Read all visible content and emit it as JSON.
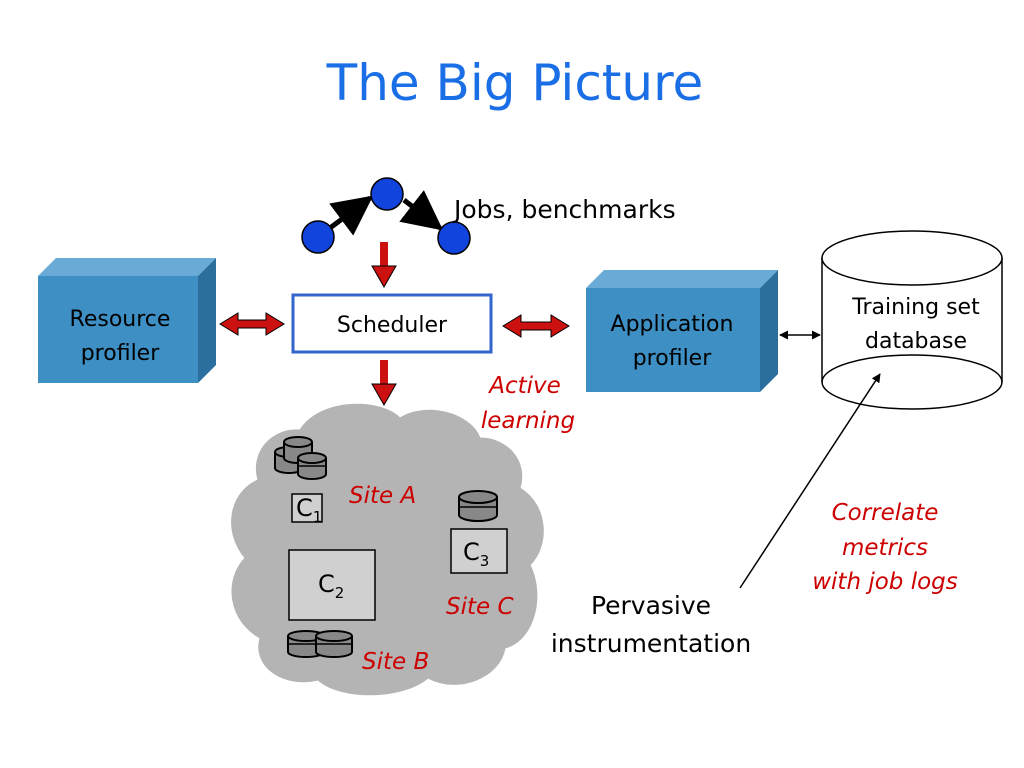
{
  "title": "The Big Picture",
  "colors": {
    "title": "#1a6ee6",
    "box_blue": "#3d8fc4",
    "scheduler_border": "#3366cc",
    "arrow_red": "#cc1111",
    "node_blue": "#1144dd",
    "cloud_gray": "#b4b4b4",
    "annotation_red": "#cc0000"
  },
  "nodes": {
    "jobs_label": "Jobs, benchmarks",
    "scheduler": "Scheduler",
    "resource_profiler": [
      "Resource",
      "profiler"
    ],
    "application_profiler": [
      "Application",
      "profiler"
    ],
    "training_db": [
      "Training set",
      "database"
    ],
    "active_learning": [
      "Active",
      "learning"
    ],
    "correlate": [
      "Correlate",
      "metrics",
      "with job logs"
    ],
    "pervasive": [
      "Pervasive",
      "instrumentation"
    ]
  },
  "cloud": {
    "sites": [
      "Site A",
      "Site B",
      "Site C"
    ],
    "clusters": [
      {
        "base": "C",
        "sub": "1"
      },
      {
        "base": "C",
        "sub": "2"
      },
      {
        "base": "C",
        "sub": "3"
      }
    ]
  }
}
